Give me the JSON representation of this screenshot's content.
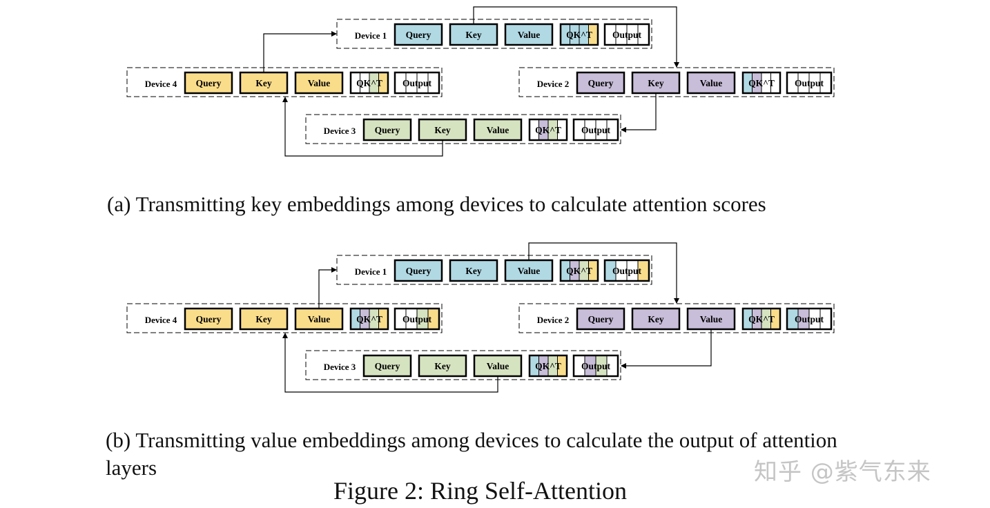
{
  "colors": {
    "blue": "#b1d9e4",
    "purple": "#c8bed9",
    "green": "#d6e3c1",
    "yellow": "#fadd8b",
    "white": "#ffffff",
    "border": "#000000"
  },
  "labels": {
    "query": "Query",
    "key": "Key",
    "value": "Value",
    "qkt": "QK^T",
    "output": "Output"
  },
  "devices": [
    {
      "id": "device-1",
      "label": "Device 1",
      "color": "blue"
    },
    {
      "id": "device-2",
      "label": "Device 2",
      "color": "purple"
    },
    {
      "id": "device-3",
      "label": "Device 3",
      "color": "green"
    },
    {
      "id": "device-4",
      "label": "Device 4",
      "color": "yellow"
    }
  ],
  "panels": [
    {
      "id": "panel-a",
      "transmitted": "key",
      "caption": "(a) Transmitting key embeddings among devices to calculate attention scores",
      "fills": {
        "device-1": {
          "qkt": [
            "blue",
            "blue",
            "blue",
            "yellow"
          ],
          "output": [
            "white",
            "white",
            "white",
            "white"
          ]
        },
        "device-2": {
          "qkt": [
            "blue",
            "purple",
            "white",
            "white"
          ],
          "output": [
            "white",
            "white",
            "white",
            "white"
          ]
        },
        "device-3": {
          "qkt": [
            "white",
            "purple",
            "green",
            "white"
          ],
          "output": [
            "white",
            "white",
            "white",
            "white"
          ]
        },
        "device-4": {
          "qkt": [
            "white",
            "white",
            "green",
            "yellow"
          ],
          "output": [
            "white",
            "white",
            "white",
            "white"
          ]
        }
      }
    },
    {
      "id": "panel-b",
      "transmitted": "value",
      "caption": "(b) Transmitting value embeddings among devices to calculate the output of attention layers",
      "fills": {
        "device-1": {
          "qkt": [
            "blue",
            "purple",
            "green",
            "yellow"
          ],
          "output": [
            "blue",
            "white",
            "white",
            "yellow"
          ]
        },
        "device-2": {
          "qkt": [
            "blue",
            "purple",
            "green",
            "yellow"
          ],
          "output": [
            "blue",
            "purple",
            "white",
            "white"
          ]
        },
        "device-3": {
          "qkt": [
            "blue",
            "purple",
            "green",
            "yellow"
          ],
          "output": [
            "white",
            "purple",
            "green",
            "white"
          ]
        },
        "device-4": {
          "qkt": [
            "blue",
            "purple",
            "green",
            "yellow"
          ],
          "output": [
            "white",
            "white",
            "green",
            "yellow"
          ]
        }
      }
    }
  ],
  "figure_title": "Figure 2: Ring Self-Attention",
  "watermark": "知乎 @紫气东来"
}
